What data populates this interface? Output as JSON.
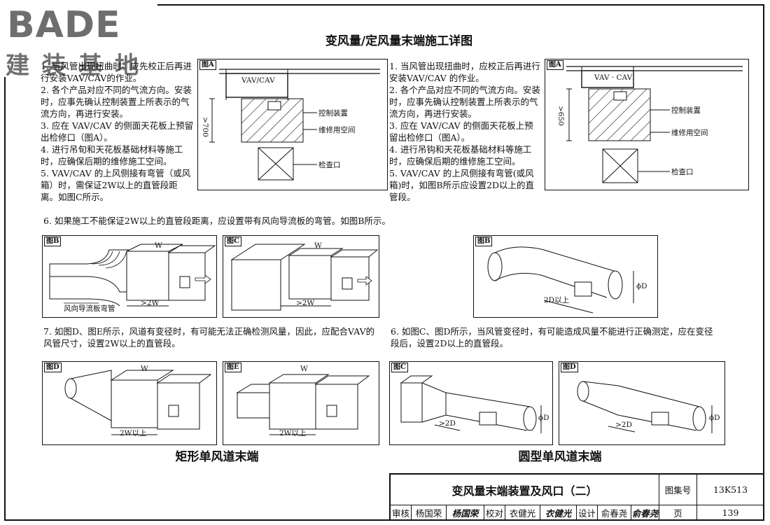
{
  "logo": {
    "brand": "BADE",
    "tagline": "建装基地"
  },
  "drawing_title": "变风量/定风量末端施工详图",
  "left_notes": [
    "1. 当风管出现扭曲时，应先校正后再进行安装VAV/CAV的作业。",
    "2. 各个产品对应不同的气流方向。安装时，应事先确认控制装置上所表示的气流方向，再进行安装。",
    "3. 应在 VAV/CAV 的侧面天花板上预留出检修口（图A）。",
    "4. 进行吊旬和天花板基础材料等施工时，应确保后期的维修施工空间。",
    "5. VAV/CAV 的上风侧接有弯管（或风箱）时，需保证2W以上的直管段距离。如图C所示。"
  ],
  "note_6_left": "6. 如果施工不能保证2W以上的直管段距离，应设置带有风向导流板的弯管。如图B所示。",
  "right_notes": [
    "1. 当风管出现扭曲时，应校正后再进行安装VAV/CAV 的作业。",
    "2. 各个产品对应不同的气流方向。安装时，应事先确认控制装置上所表示的气流方向，再进行安装。",
    "3. 应在 VAV/CAV 的侧面天花板上预留出检修口（图A）。",
    "4. 进行吊钩和天花板基础材料等施工时，应确保后期的维修施工空间。",
    "5. VAV/CAV 的上风侧接有弯管(或风箱)时，如图B所示应设置2D以上的直管段。"
  ],
  "note_7": "7. 如图D、图E所示，风道有变径时，有可能无法正确检测风量，因此，应配合VAV的风管尺寸，设置2W以上的直管段。",
  "note_6_right": "6. 如图C、图D所示，当风管变径时，有可能造成风量不能进行正确测定，应在变径段后，设置2D以上的直管段。",
  "fig_a_left": {
    "label": "图A",
    "unit": "VAV/CAV",
    "dim": ">700",
    "control": "控制装置",
    "space": "维修用空间",
    "hatch": "检查口"
  },
  "fig_a_right": {
    "label": "图A",
    "unit": "VAV · CAV",
    "dim": ">650",
    "control": "控制装置",
    "space": "维修用空间",
    "hatch": "检查口"
  },
  "fig_b_rect": {
    "label": "图B",
    "vane_note": "风向导流板弯管",
    "dim": ">2W",
    "w": "W"
  },
  "fig_c_rect": {
    "label": "图C",
    "dim": ">2W",
    "w": "W"
  },
  "fig_b_round": {
    "label": "图B",
    "dim": "2D以上",
    "d": "ϕD"
  },
  "fig_d_rect": {
    "label": "图D",
    "dim": "2W以上",
    "w": "W"
  },
  "fig_e_rect": {
    "label": "图E",
    "dim": "2W以上",
    "w": "W"
  },
  "fig_c_round": {
    "label": "图C",
    "dim": ">2D",
    "d": "ϕD"
  },
  "fig_d_round": {
    "label": "图D",
    "dim": ">2D",
    "d": "ϕD"
  },
  "captions": {
    "rect": "矩形单风道末端",
    "round": "圆型单风道末端"
  },
  "title_block": {
    "name": "变风量末端装置及风口（二）",
    "atlas_label": "图集号",
    "atlas_no": "13K513",
    "review_label": "审核",
    "reviewer": "杨国荣",
    "reviewer_sig": "杨国荣",
    "check_label": "校对",
    "checker": "衣健光",
    "checker_sig": "衣健光",
    "design_label": "设计",
    "designer": "俞春尧",
    "designer_sig": "俞春尧",
    "page_label": "页",
    "page_no": "139"
  }
}
